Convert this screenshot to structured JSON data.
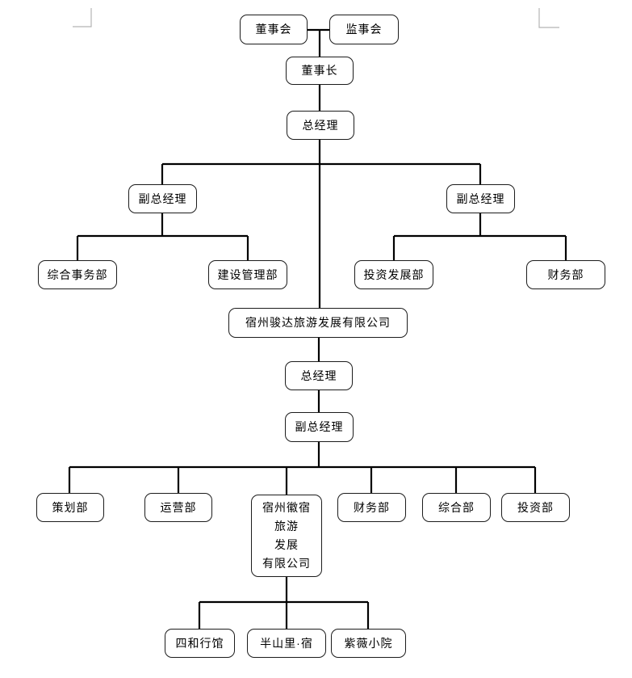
{
  "page": {
    "background": "#ffffff",
    "corner_mark_color": "#b3b3b3"
  },
  "diagram": {
    "type": "org-chart",
    "line_color": "#000000",
    "box_border_color": "#1c1c1c",
    "box_fill": "#ffffff",
    "nodes": [
      {
        "id": "board-of-directors",
        "label": "董事会"
      },
      {
        "id": "supervisory-board",
        "label": "监事会"
      },
      {
        "id": "chairman",
        "label": "董事长"
      },
      {
        "id": "general-manager",
        "label": "总经理"
      },
      {
        "id": "deputy-gm-left",
        "label": "副总经理"
      },
      {
        "id": "deputy-gm-right",
        "label": "副总经理"
      },
      {
        "id": "general-affairs-dept",
        "label": "综合事务部"
      },
      {
        "id": "construction-mgmt-dept",
        "label": "建设管理部"
      },
      {
        "id": "investment-dev-dept",
        "label": "投资发展部"
      },
      {
        "id": "finance-dept-upper",
        "label": "财务部"
      },
      {
        "id": "junda-company",
        "label": "宿州骏达旅游发展有限公司"
      },
      {
        "id": "general-manager-2",
        "label": "总经理"
      },
      {
        "id": "deputy-gm-2",
        "label": "副总经理"
      },
      {
        "id": "planning-dept",
        "label": "策划部"
      },
      {
        "id": "operations-dept",
        "label": "运营部"
      },
      {
        "id": "huisu-company",
        "label": "宿州徽宿\n旅游\n发展\n有限公司"
      },
      {
        "id": "finance-dept-lower",
        "label": "财务部"
      },
      {
        "id": "general-dept",
        "label": "综合部"
      },
      {
        "id": "investment-dept",
        "label": "投资部"
      },
      {
        "id": "sihe-guesthouse",
        "label": "四和行馆"
      },
      {
        "id": "banshanli-su",
        "label": "半山里·宿"
      },
      {
        "id": "ziwei-courtyard",
        "label": "紫薇小院"
      }
    ]
  }
}
